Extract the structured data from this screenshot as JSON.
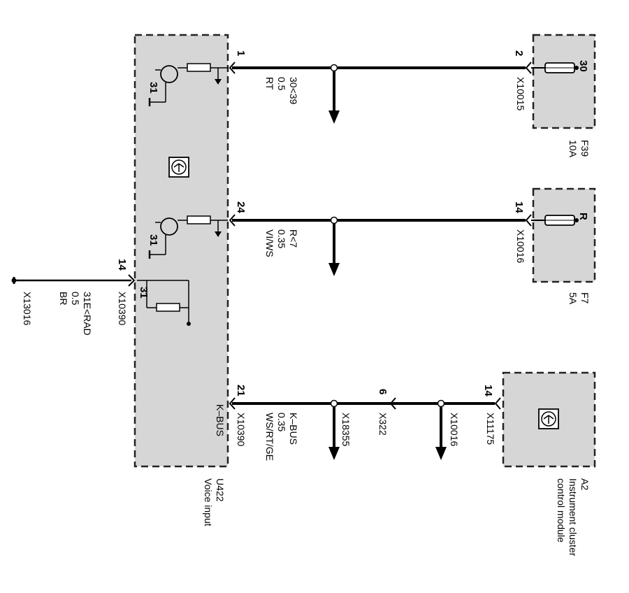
{
  "components": {
    "u422": {
      "code": "U422",
      "name": "Voice input",
      "bus_label": "K–BUS"
    },
    "a2": {
      "code": "A2",
      "name_line1": "Instrument cluster",
      "name_line2": "control module"
    },
    "f39": {
      "pin": "30",
      "code": "F39",
      "rating": "10A"
    },
    "f7": {
      "pin": "R",
      "code": "F7",
      "rating": "5A"
    }
  },
  "pins": {
    "u422_pin1": "1",
    "u422_pin24": "24",
    "u422_pin21": "21",
    "u422_pin14": "14",
    "u422_ground_31a": "31",
    "u422_ground_31b": "31",
    "u422_ground_31c": "31",
    "f39_pin": "2",
    "f7_pin": "14",
    "a2_pin": "14",
    "x322_pin": "6"
  },
  "connectors": {
    "u422_a": "X10390",
    "u422_b": "X10390",
    "f39": "X10015",
    "f7": "X10016",
    "a2": "X11175",
    "splice_1": "X18355",
    "inline": "X322",
    "splice_2": "X10016",
    "ground": "X13016"
  },
  "wires": {
    "w1": {
      "signal": "30<39",
      "size": "0.5",
      "color": "RT"
    },
    "w2": {
      "signal": "R<7",
      "size": "0.35",
      "color": "VI/WS"
    },
    "w3": {
      "signal": "K–BUS",
      "size": "0.35",
      "color": "WS/RT/GE"
    },
    "w4": {
      "signal": "31E<RAD",
      "size": "0.5",
      "color": "BR"
    }
  }
}
